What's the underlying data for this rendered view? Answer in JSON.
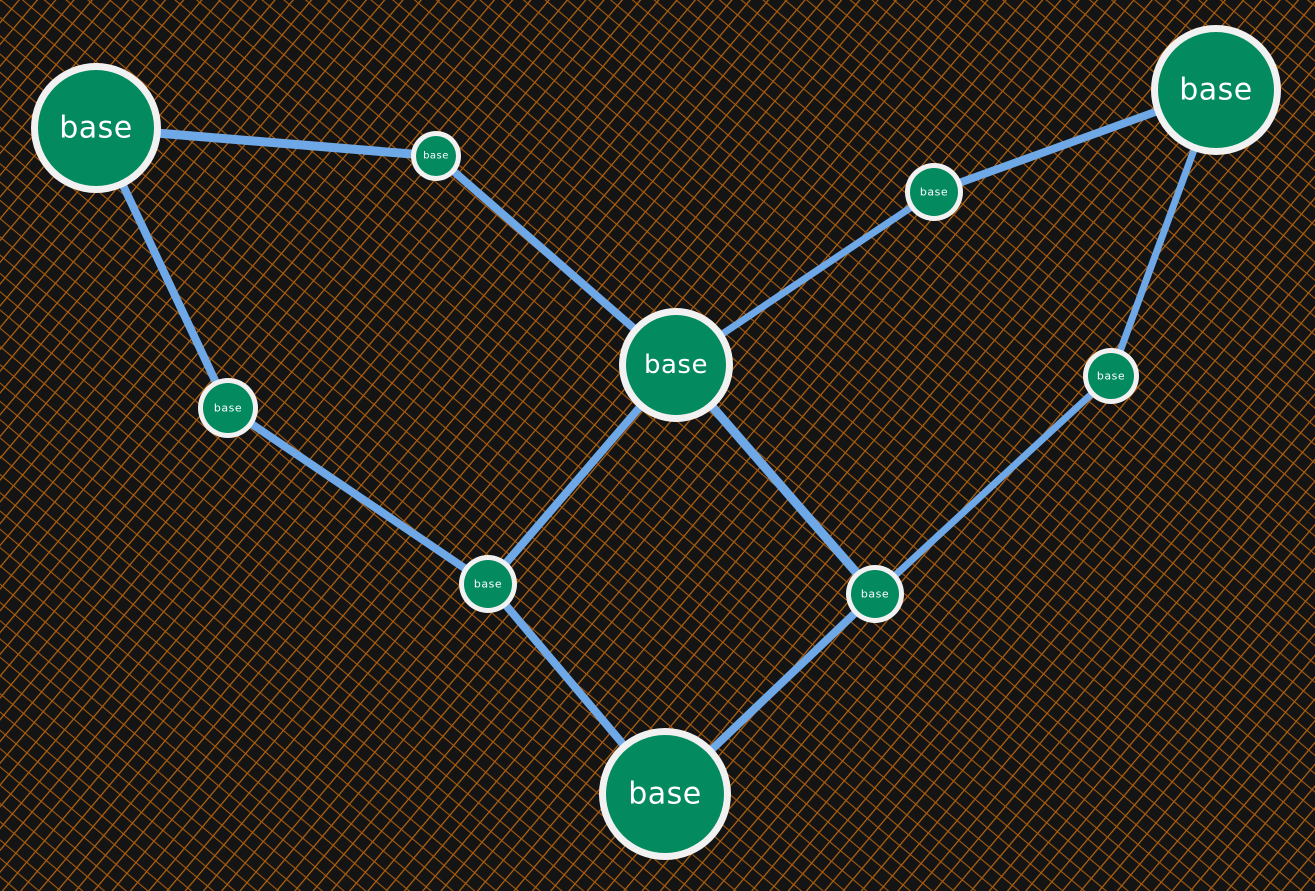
{
  "diagram": {
    "colors": {
      "background": "#141414",
      "hatch": "#b8650f",
      "edge": "#6fa8e6",
      "node_fill": "#038a5e",
      "node_border": "#f1f1f1",
      "label": "#ffffff"
    },
    "nodes": [
      {
        "id": "n1",
        "label": "base",
        "size": "large"
      },
      {
        "id": "n2",
        "label": "base",
        "size": "small"
      },
      {
        "id": "n3",
        "label": "base",
        "size": "small"
      },
      {
        "id": "n4",
        "label": "base",
        "size": "large"
      },
      {
        "id": "n5",
        "label": "base",
        "size": "small"
      },
      {
        "id": "n6",
        "label": "base",
        "size": "large"
      },
      {
        "id": "n7",
        "label": "base",
        "size": "small"
      },
      {
        "id": "n8",
        "label": "base",
        "size": "small"
      },
      {
        "id": "n9",
        "label": "base",
        "size": "small"
      },
      {
        "id": "n10",
        "label": "base",
        "size": "large"
      }
    ],
    "edges": [
      {
        "from": "n1",
        "to": "n2"
      },
      {
        "from": "n1",
        "to": "n5"
      },
      {
        "from": "n2",
        "to": "n6"
      },
      {
        "from": "n4",
        "to": "n3"
      },
      {
        "from": "n4",
        "to": "n7"
      },
      {
        "from": "n3",
        "to": "n6"
      },
      {
        "from": "n5",
        "to": "n8"
      },
      {
        "from": "n6",
        "to": "n8"
      },
      {
        "from": "n6",
        "to": "n9"
      },
      {
        "from": "n7",
        "to": "n9"
      },
      {
        "from": "n8",
        "to": "n10"
      },
      {
        "from": "n9",
        "to": "n10"
      }
    ]
  }
}
